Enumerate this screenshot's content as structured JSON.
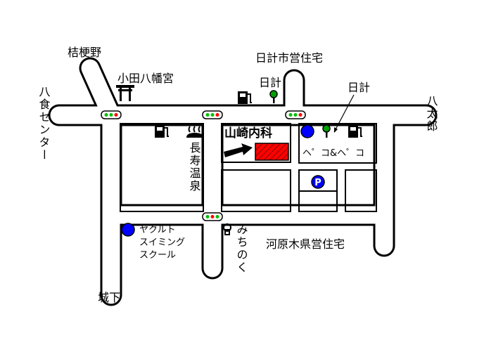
{
  "map": {
    "places": {
      "kikyono": "桔梗野",
      "oda_hachimangu": "小田八幡宮",
      "hikei_shiei": "日計市営住宅",
      "hikei_light": "日計",
      "hikei_direction": "日計",
      "hachinohe_center": "八食センター",
      "hachitaro": "八太郎",
      "clinic": "山崎内科",
      "chouju_onsen": "長寿温泉",
      "peco_peco": "ヘ゜コ&ヘ゜コ",
      "yakult_swimming_line1": "ヤクルト",
      "yakult_swimming_line2": "スイミング",
      "yakult_swimming_line3": "スクール",
      "michinoku": "みちのく",
      "kawaragi_housing": "河原木県営住宅",
      "joka": "城下"
    },
    "parking_label": "P",
    "colors": {
      "road_outline": "#000000",
      "road_fill": "#ffffff",
      "clinic_marker": "#ff0000",
      "circle_marker": "#0000ff",
      "tree_marker": "#008000",
      "signal_green": "#00c000",
      "signal_red": "#ff0000"
    },
    "icons": {
      "shrine": "torii-icon",
      "gas_station": "gas-station-icon",
      "hot_spring": "hot-spring-icon",
      "signal": "traffic-light-icon",
      "parking": "parking-icon",
      "tree": "tree-icon",
      "arrow": "direction-arrow-icon"
    }
  }
}
